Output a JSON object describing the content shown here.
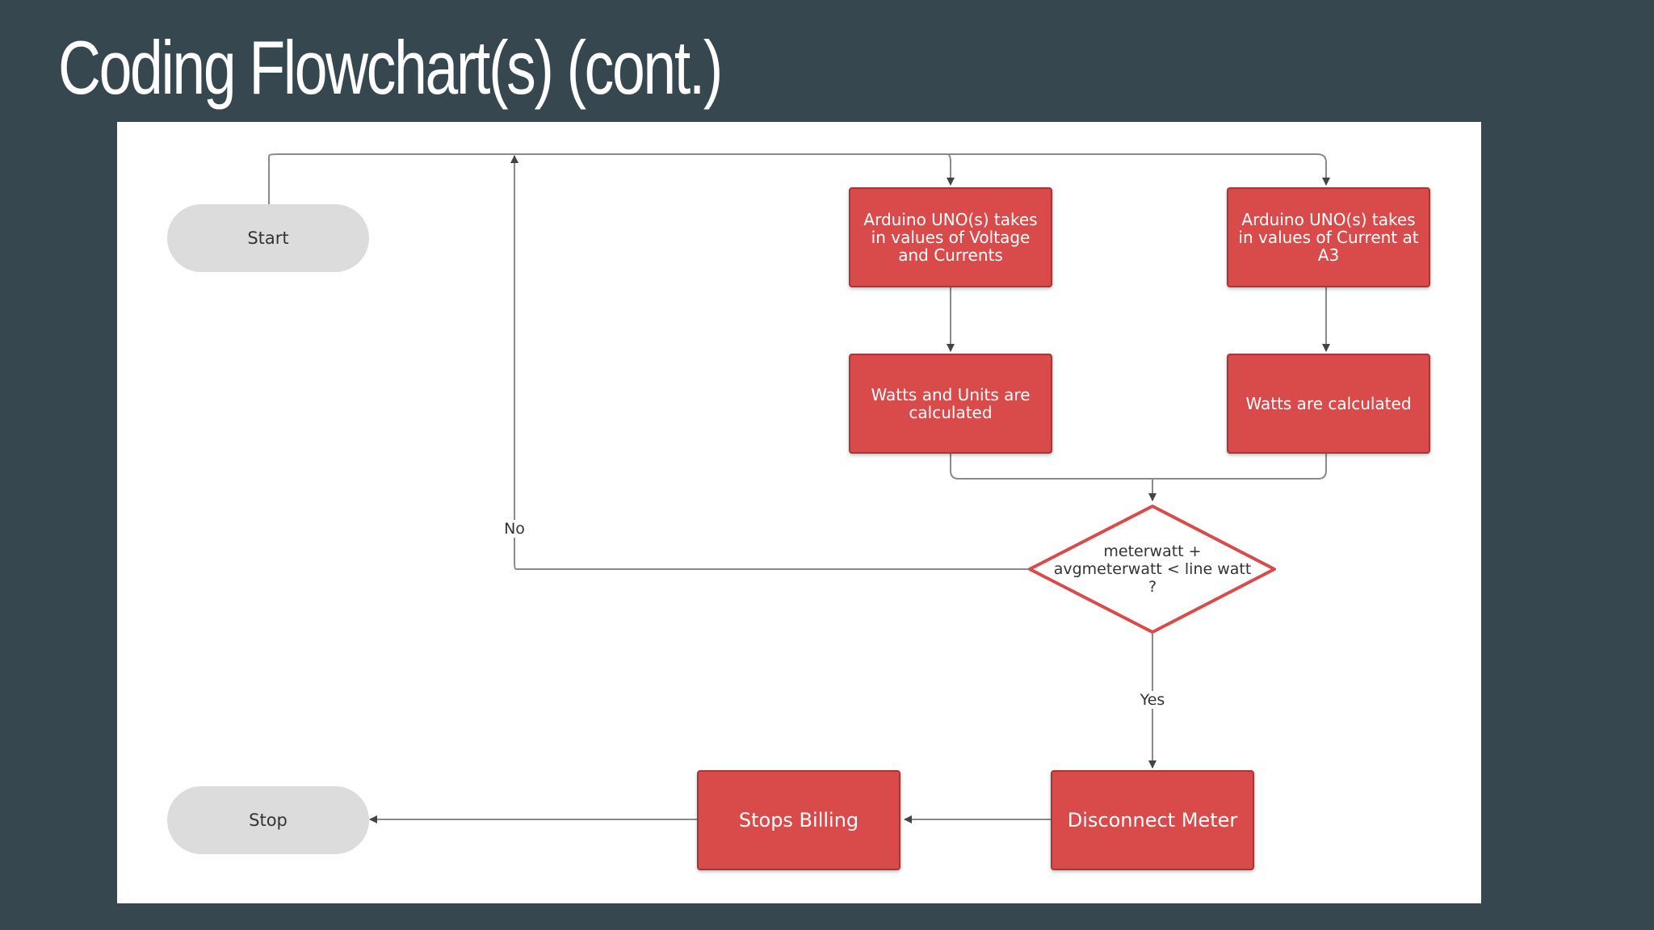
{
  "slide": {
    "title": "Coding Flowchart(s) (cont.)"
  },
  "flowchart": {
    "start_label": "Start",
    "stop_label": "Stop",
    "read_vi_label": "Arduino UNO(s) takes in values of Voltage and Currents",
    "read_a3_label": "Arduino UNO(s) takes in values of Current at A3",
    "calc_watts_units_label": "Watts and Units are calculated",
    "calc_watts_label": "Watts are calculated",
    "decision_label": "meterwatt + avgmeterwatt < line watt ?",
    "no_label": "No",
    "yes_label": "Yes",
    "disconnect_label": "Disconnect Meter",
    "stop_billing_label": "Stops Billing"
  },
  "colors": {
    "background": "#37474f",
    "process_fill": "#d94b4b",
    "decision_stroke": "#d94b4b",
    "terminal_fill": "#dcdcdc",
    "connector": "#555555"
  }
}
